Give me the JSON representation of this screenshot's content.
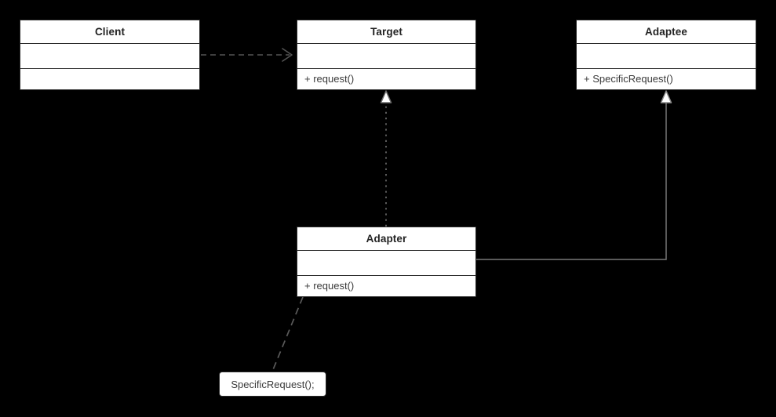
{
  "diagram": {
    "type": "uml-class-diagram",
    "pattern": "Adapter",
    "background_color": "#000000",
    "box_fill_color": "#ffffff",
    "box_border_color": "#2b2b2b",
    "title_text_color": "#232323",
    "member_text_color": "#3a3a3a"
  },
  "classes": [
    {
      "id": "client",
      "name": "Client",
      "attributes": "",
      "operations": ""
    },
    {
      "id": "target",
      "name": "Target",
      "attributes": "",
      "operations": "+ request()"
    },
    {
      "id": "adaptee",
      "name": "Adaptee",
      "attributes": "",
      "operations": "+ SpecificRequest()"
    },
    {
      "id": "adapter",
      "name": "Adapter",
      "attributes": "",
      "operations": "+ request()"
    }
  ],
  "notes": [
    {
      "id": "adapter-note",
      "text": "SpecificRequest();"
    }
  ],
  "relationships": [
    {
      "id": "client-uses-target",
      "from": "Client",
      "to": "Target",
      "kind": "dependency",
      "line": "dashed",
      "arrowhead": "open"
    },
    {
      "id": "adapter-realizes-target",
      "from": "Adapter",
      "to": "Target",
      "kind": "realization",
      "line": "dotted",
      "arrowhead": "hollow-triangle"
    },
    {
      "id": "adapter-inherits-adaptee",
      "from": "Adapter",
      "to": "Adaptee",
      "kind": "generalization",
      "line": "solid",
      "arrowhead": "hollow-triangle"
    },
    {
      "id": "adapter-note-link",
      "from": "Adapter",
      "to": "SpecificRequest();",
      "kind": "note-anchor",
      "line": "dashed",
      "arrowhead": "none"
    }
  ]
}
